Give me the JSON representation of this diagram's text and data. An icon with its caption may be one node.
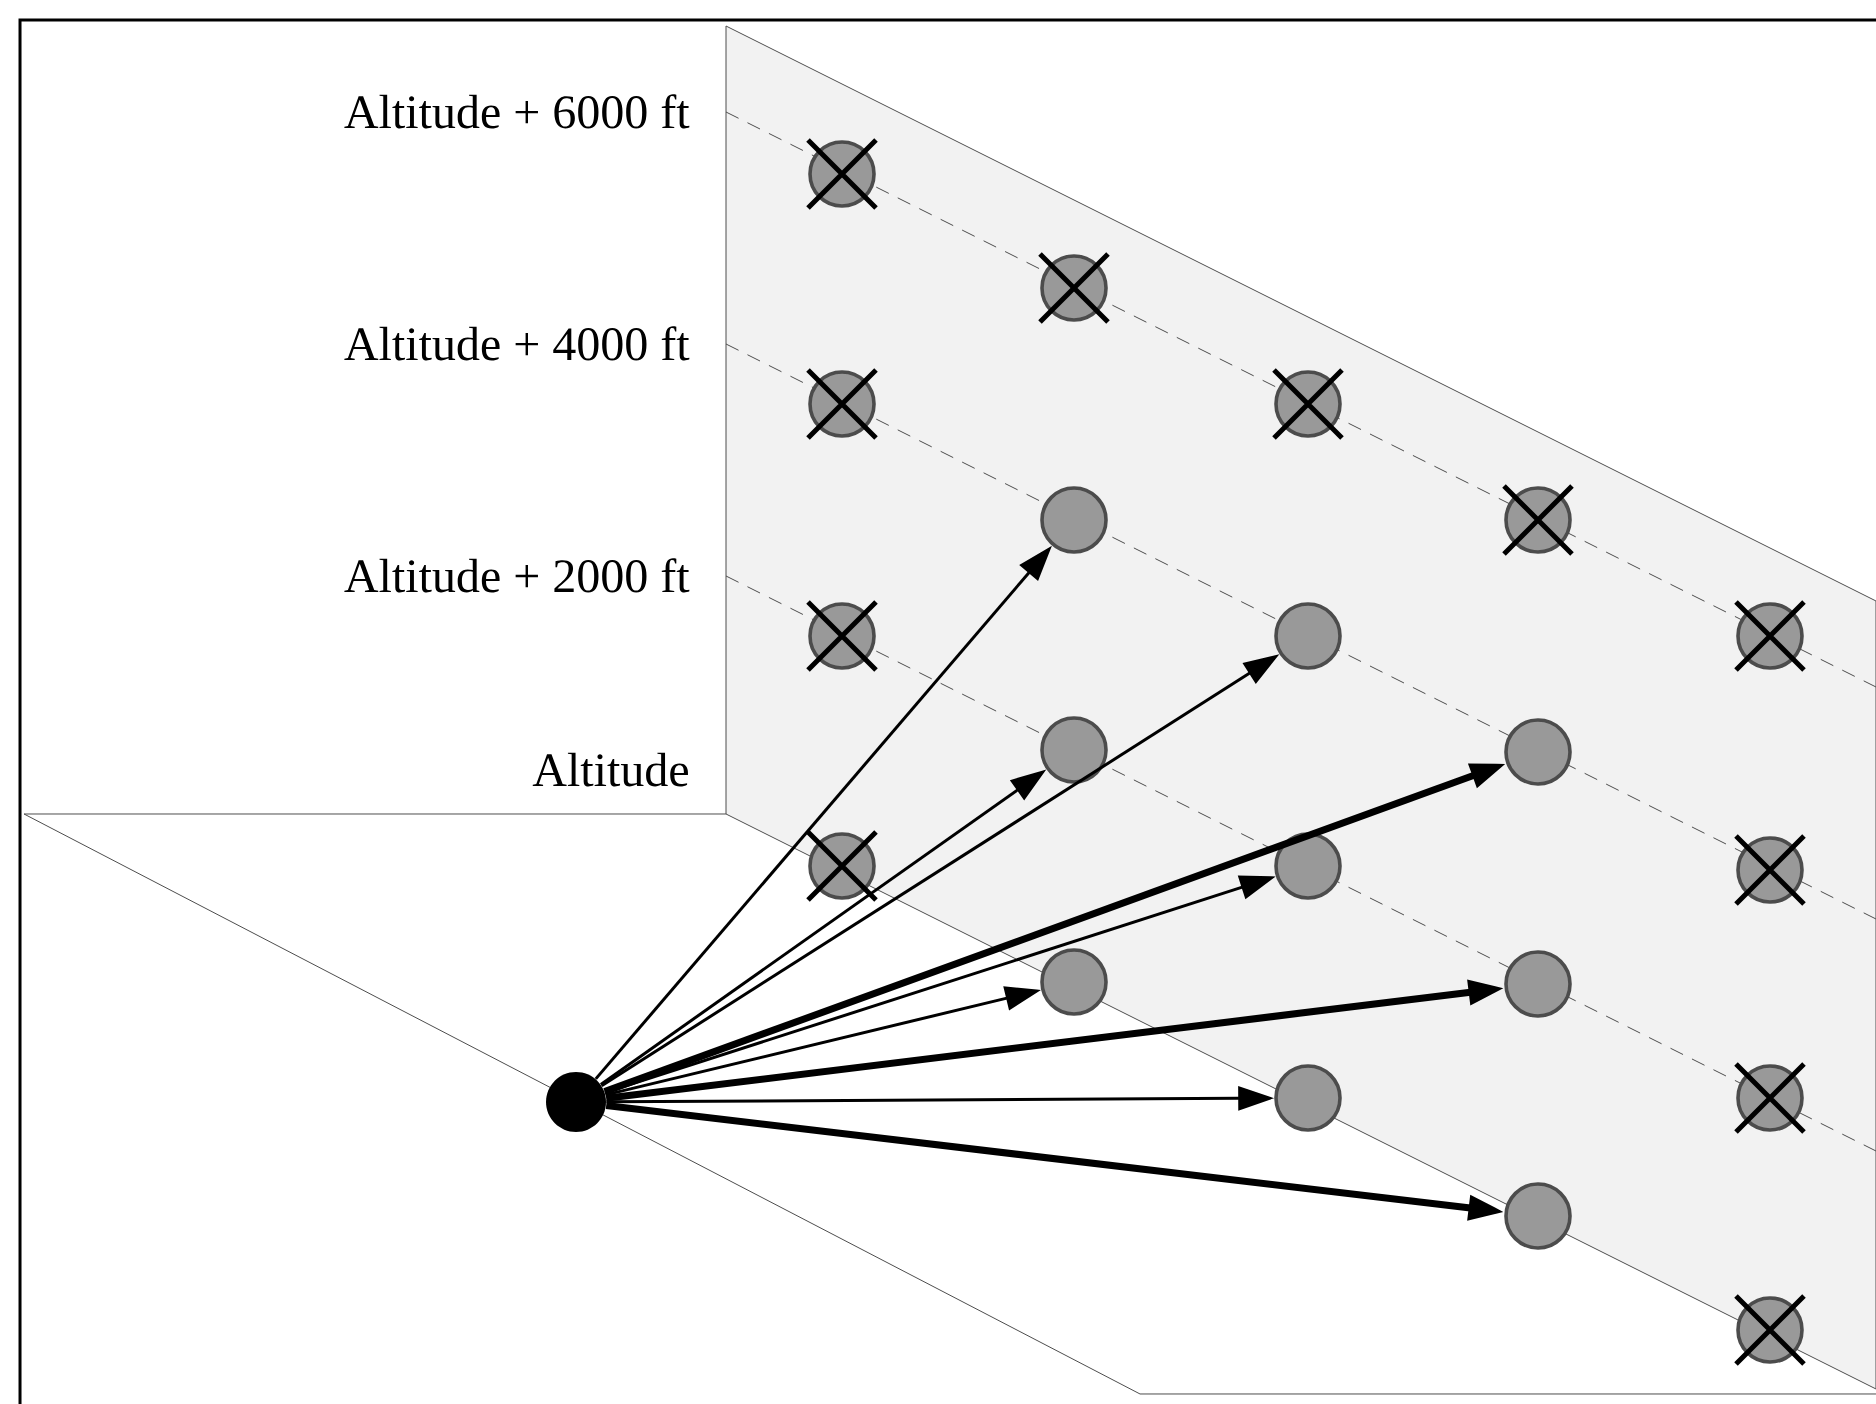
{
  "diagram": {
    "nodes": [
      {
        "text": [],
        "shape": "dot"
      },
      {
        "text": [],
        "shape": "cross"
      },
      {
        "text": [],
        "shape": "cross"
      },
      {
        "text": [],
        "shape": "cross"
      },
      {
        "text": [],
        "shape": "cross"
      },
      {
        "text": [],
        "shape": "cross"
      },
      {
        "text": [],
        "shape": "circle"
      },
      {
        "text": [],
        "shape": "circle"
      },
      {
        "text": [],
        "shape": "circle"
      },
      {
        "text": [],
        "shape": "cross"
      },
      {
        "text": [],
        "shape": "circle"
      },
      {
        "text": [],
        "shape": "circle"
      },
      {
        "text": [],
        "shape": "circle"
      },
      {
        "text": [],
        "shape": "cross"
      },
      {
        "text": [],
        "shape": "circle"
      },
      {
        "text": [],
        "shape": "circle"
      },
      {
        "text": [],
        "shape": "circle"
      },
      {
        "text": [],
        "shape": "cross"
      },
      {
        "text": [],
        "shape": "cross"
      },
      {
        "text": [],
        "shape": "cross"
      },
      {
        "text": [],
        "shape": "cross"
      }
    ],
    "edges": [
      {
        "from": 0,
        "to": 6,
        "arrow": "to"
      },
      {
        "from": 0,
        "to": 10,
        "arrow": "to"
      },
      {
        "from": 0,
        "to": 7,
        "arrow": "to"
      },
      {
        "from": 0,
        "to": 14,
        "arrow": "to",
        "style": "thick"
      },
      {
        "from": 0,
        "to": 11,
        "arrow": "to"
      },
      {
        "from": 0,
        "to": 8,
        "arrow": "to"
      },
      {
        "from": 0,
        "to": 15,
        "arrow": "to",
        "style": "thick"
      },
      {
        "from": 0,
        "to": 12,
        "arrow": "to"
      },
      {
        "from": 0,
        "to": 16,
        "arrow": "to",
        "style": "thick"
      }
    ],
    "labels": [
      "Altitude + 6000 ft",
      "Altitude + 4000 ft",
      "Altitude + 2000 ft",
      "Altitude"
    ]
  }
}
